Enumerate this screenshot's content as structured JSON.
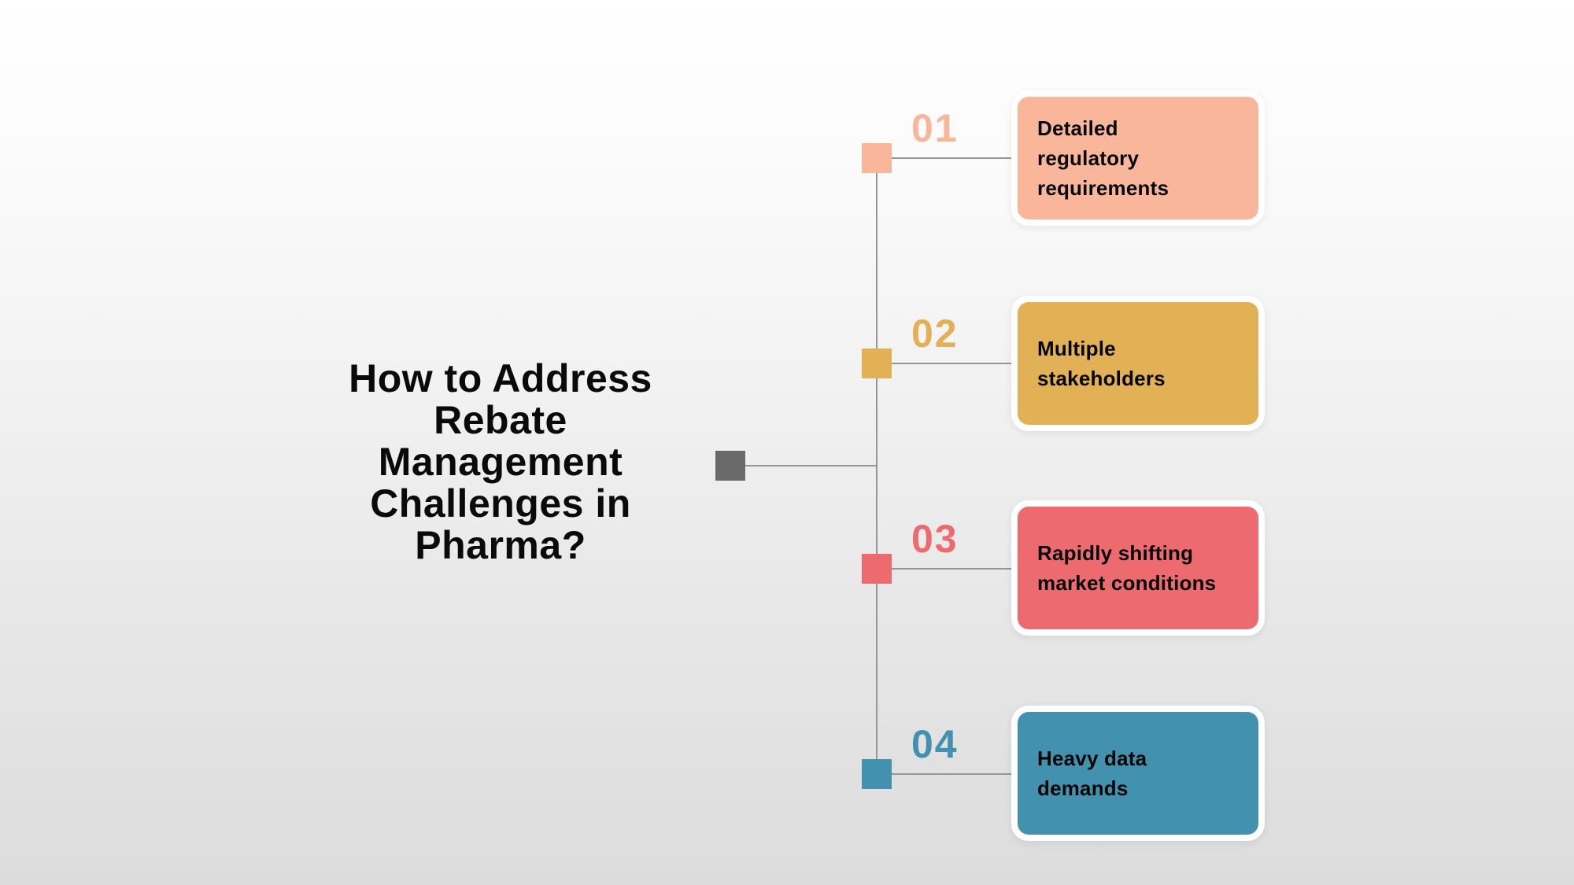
{
  "title": "How to Address\nRebate\nManagement\nChallenges in\nPharma?",
  "colors": {
    "background_top": "#FFFFFF",
    "background_bottom": "#DCDCDC",
    "connector_line": "#969696",
    "root_square": "#6A6A6A",
    "card_border": "#FFFFFF",
    "title_text": "#0A0A0A",
    "label_text": "#050505"
  },
  "items": [
    {
      "number": "01",
      "label": "Detailed\nregulatory\nrequirements",
      "color": "#FAB69B"
    },
    {
      "number": "02",
      "label": "Multiple\nstakeholders",
      "color": "#E2B156"
    },
    {
      "number": "03",
      "label": "Rapidly shifting\nmarket conditions",
      "color": "#ED6B6F"
    },
    {
      "number": "04",
      "label": "Heavy data\ndemands",
      "color": "#4292AF"
    }
  ]
}
